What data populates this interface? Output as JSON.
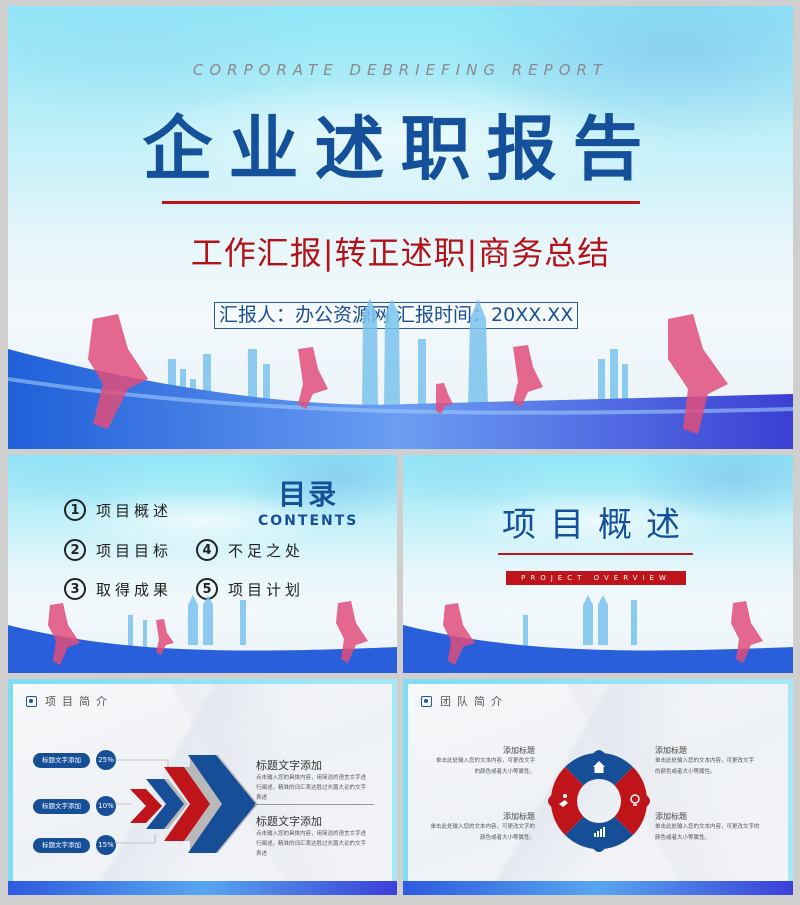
{
  "slide1": {
    "english_subtitle": "CORPORATE DEBRIEFING REPORT",
    "title": "企业述职报告",
    "subtitle": "工作汇报|转正述职|商务总结",
    "reporter": "汇报人：办公资源网  汇报时间：20XX.XX"
  },
  "slide2": {
    "title": "目录",
    "title_en": "CONTENTS",
    "items": [
      {
        "num": "1",
        "label": "项目概述"
      },
      {
        "num": "2",
        "label": "项目目标"
      },
      {
        "num": "3",
        "label": "取得成果"
      },
      {
        "num": "4",
        "label": "不足之处"
      },
      {
        "num": "5",
        "label": "项目计划"
      }
    ]
  },
  "slide3": {
    "title": "项目概述",
    "badge": "PROJECT OVERVIEW"
  },
  "slide4": {
    "header": "项目简介",
    "pills": [
      {
        "label": "标题文字添加",
        "value": "25%"
      },
      {
        "label": "标题文字添加",
        "value": "10%"
      },
      {
        "label": "标题文字添加",
        "value": "15%"
      }
    ],
    "blocks": [
      {
        "title": "标题文字添加",
        "text": "点击输入您的具体内容，用简洁的语言文字进行阐述，精准的词汇表达胜过长篇大论的文字表述"
      },
      {
        "title": "标题文字添加",
        "text": "点击输入您的具体内容，用简洁的语言文字进行阐述，精准的词汇表达胜过长篇大论的文字表述"
      }
    ],
    "colors": {
      "blue": "#164e98",
      "red": "#c0141b",
      "gray": "#b9b9b9"
    }
  },
  "slide5": {
    "header": "团队简介",
    "blocks": [
      {
        "title": "添加标题",
        "text1": "单击此处输入您的文本内容，可更改文字",
        "text2": "的颜色或者大小等属性。"
      },
      {
        "title": "添加标题",
        "text1": "单击此处输入您的文本内容，可更改文字的",
        "text2": "颜色或者大小等属性。"
      },
      {
        "title": "添加标题",
        "text1": "单击此处输入您的文本内容，可更改文字",
        "text2": "的颜色或者大小等属性。"
      },
      {
        "title": "添加标题",
        "text1": "单击此处输入您的文本内容，可更改文字的",
        "text2": "颜色或者大小等属性。"
      }
    ],
    "ring_icons": [
      "home-icon",
      "lightbulb-icon",
      "chart-icon",
      "handshake-icon"
    ]
  }
}
